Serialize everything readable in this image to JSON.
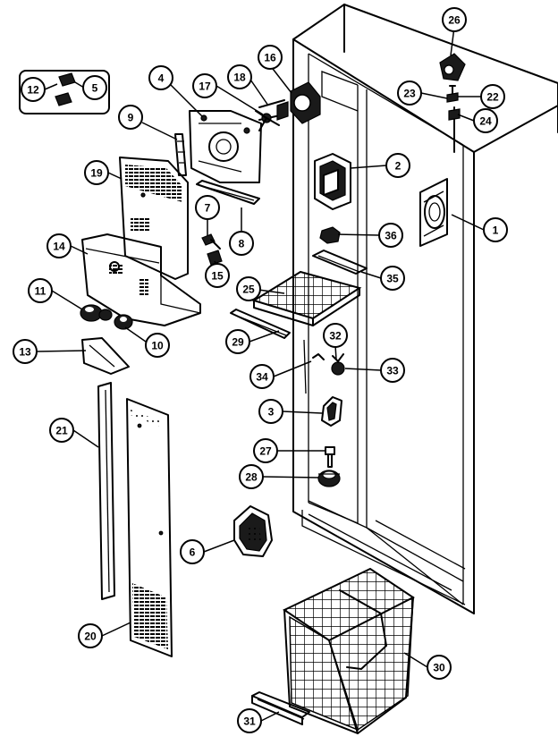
{
  "diagram": {
    "callouts": {
      "c1": "1",
      "c2": "2",
      "c3": "3",
      "c4": "4",
      "c5": "5",
      "c6": "6",
      "c7": "7",
      "c8": "8",
      "c9": "9",
      "c10": "10",
      "c11": "11",
      "c12": "12",
      "c13": "13",
      "c14": "14",
      "c15": "15",
      "c16": "16",
      "c17": "17",
      "c18": "18",
      "c19": "19",
      "c20": "20",
      "c21": "21",
      "c22": "22",
      "c23": "23",
      "c24": "24",
      "c25": "25",
      "c26": "26",
      "c27": "27",
      "c28": "28",
      "c29": "29",
      "c30": "30",
      "c31": "31",
      "c32": "32",
      "c33": "33",
      "c34": "34",
      "c35": "35",
      "c36": "36"
    }
  }
}
